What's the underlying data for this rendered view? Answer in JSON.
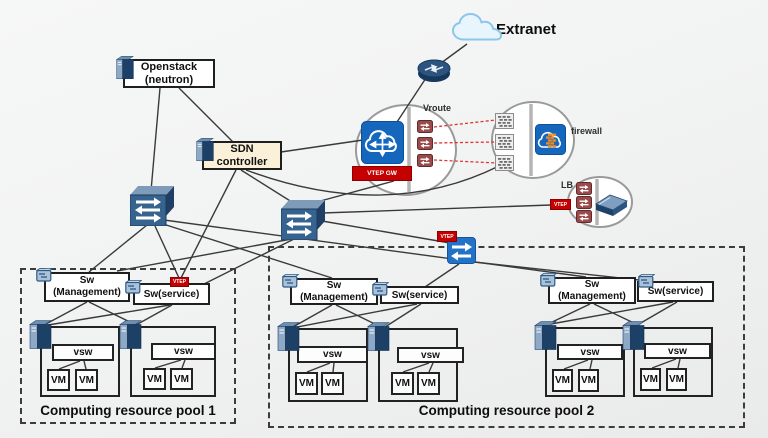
{
  "extranet": {
    "label": "Extranet"
  },
  "openstack": {
    "line1": "Openstack",
    "line2": "(neutron)"
  },
  "sdn_controller": {
    "line1": "SDN",
    "line2": "controller"
  },
  "vroute": {
    "label": "Vroute",
    "gateway_label": "VTEP GW"
  },
  "firewall": {
    "label": "firewall"
  },
  "lb": {
    "label": "LB",
    "vtep_label": "VTEP"
  },
  "spine_vtep": {
    "label": "VTEP"
  },
  "pools": [
    {
      "title": "Computing resource pool 1",
      "clusters": [
        {
          "mgmt_line1": "Sw",
          "mgmt_line2": "(Management)",
          "service_label": "Sw(service)",
          "service_vtep": "VTEP",
          "servers": [
            {
              "vsw": "vsw",
              "vms": [
                "VM",
                "VM"
              ]
            },
            {
              "vsw": "vsw",
              "vms": [
                "VM",
                "VM"
              ]
            }
          ]
        }
      ]
    },
    {
      "title": "Computing resource pool 2",
      "clusters": [
        {
          "mgmt_line1": "Sw",
          "mgmt_line2": "(Management)",
          "service_label": "Sw(service)",
          "servers": [
            {
              "vsw": "vsw",
              "vms": [
                "VM",
                "VM"
              ]
            },
            {
              "vsw": "vsw",
              "vms": [
                "VM",
                "VM"
              ]
            }
          ]
        },
        {
          "mgmt_line1": "Sw",
          "mgmt_line2": "(Management)",
          "service_label": "Sw(service)",
          "servers": [
            {
              "vsw": "vsw",
              "vms": [
                "VM",
                "VM"
              ]
            },
            {
              "vsw": "vsw",
              "vms": [
                "VM",
                "VM"
              ]
            }
          ]
        }
      ]
    }
  ],
  "colors": {
    "vtep_red": "#c40000",
    "icon_blue": "#1467bd",
    "switch_blue": "#2273c8",
    "router_dark_red": "#9a4a4a",
    "line": "#3a3a3a"
  }
}
